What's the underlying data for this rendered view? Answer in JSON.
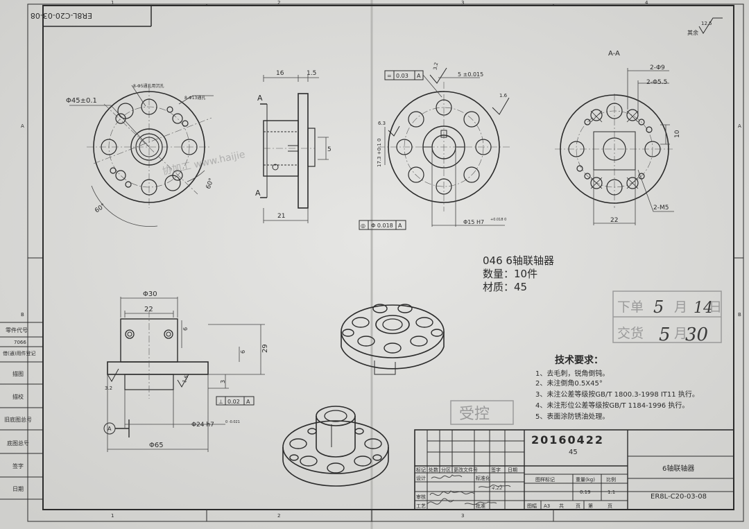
{
  "sheet": {
    "drawing_number": "ER8L-C20-03-08",
    "drawing_number_mirrored": "ER8L-C20-03-08",
    "roughness_general": "12.5",
    "roughness_rest": "其余",
    "border_numbers": [
      "1",
      "2",
      "3",
      "4",
      "3",
      "2",
      "1"
    ],
    "border_letters": [
      "A",
      "B"
    ]
  },
  "side_labels": [
    "零件代号",
    "7066",
    "借(通)用件登记",
    "描图",
    "描校",
    "旧底图总号",
    "底图总号",
    "签字",
    "日期"
  ],
  "watermark": "协加工 www.haijie",
  "view1": {
    "d1": "Φ45±0.1",
    "d2": "8-Φ5通孔用沉孔",
    "d3": "8-Φ13通孔",
    "a1": "60°",
    "a2": "60°"
  },
  "view2": {
    "a_top": "A",
    "a_bot": "A",
    "dim16": "16",
    "dim15": "1.5",
    "dim5": "5",
    "dim21": "21"
  },
  "view3": {
    "tol_top_sym": "=",
    "tol_top_val": "0.03",
    "tol_top_ref": "A",
    "r32": "3.2",
    "dim5t": "5 ±0.015",
    "r16": "1.6",
    "r63": "6.3",
    "dim173": "17.3 +0.1 0",
    "dim15h7": "Φ15 H7",
    "dim15tol": "+0.018 0",
    "tol_bot_sym": "◎",
    "tol_bot_val": "Φ 0.018",
    "tol_bot_ref": "A"
  },
  "view4": {
    "title": "A-A",
    "d9": "2-Φ9",
    "d55": "2-Φ5.5",
    "d10": "10",
    "m5": "2-M5",
    "d22": "22"
  },
  "view5": {
    "d30": "Φ30",
    "d22": "22",
    "d6": "6",
    "d29": "29",
    "d6b": "6",
    "d3": "3",
    "r32": "3.2",
    "r16": "1.6",
    "tol_sym": "⊥",
    "tol_val": "0.02",
    "tol_ref": "A",
    "datum": "A",
    "d24": "Φ24 h7",
    "d24tol": "0 -0.021",
    "d65": "Φ65"
  },
  "order": {
    "line1": "046 6轴联轴器",
    "line2": "数量：10件",
    "line3": "材质：45"
  },
  "stamp": {
    "label1": "下单",
    "month1": "5",
    "unit1": "月",
    "day1": "14",
    "tail1": "日",
    "label2": "交货",
    "month2": "5",
    "unit2": "月",
    "day2": "30"
  },
  "tech": {
    "title": "技术要求：",
    "items": [
      "1、去毛刺，锐角倒钝。",
      "2、未注倒角0.5X45°",
      "3、未注公差等级按GB/T 1800.3-1998 IT11 执行。",
      "4、未注形位公差等级按GB/T 1184-1996 执行。",
      "5、表面涂防锈油处理。"
    ]
  },
  "controlled": "受控",
  "title_block": {
    "date": "20160422",
    "material": "45",
    "part_name": "6轴联轴器",
    "drawing_no": "ER8L-C20-03-08",
    "h1": "标记",
    "h2": "处数",
    "h3": "分区",
    "h4": "更改文件号",
    "h5": "签字",
    "h6": "日期",
    "r1": "设计",
    "r1b": "标准化",
    "r2": "审核",
    "r3": "工艺",
    "r3b": "批准",
    "stage": "图样标记",
    "weight": "重量(kg)",
    "scale": "比例",
    "weight_val": "0.19",
    "scale_val": "1:1",
    "sheets_label": "图幅",
    "sheets_val": "A3",
    "total": "共",
    "page_unit1": "页",
    "nth": "第",
    "page_unit2": "页",
    "handwritten_sign": "4.22"
  }
}
